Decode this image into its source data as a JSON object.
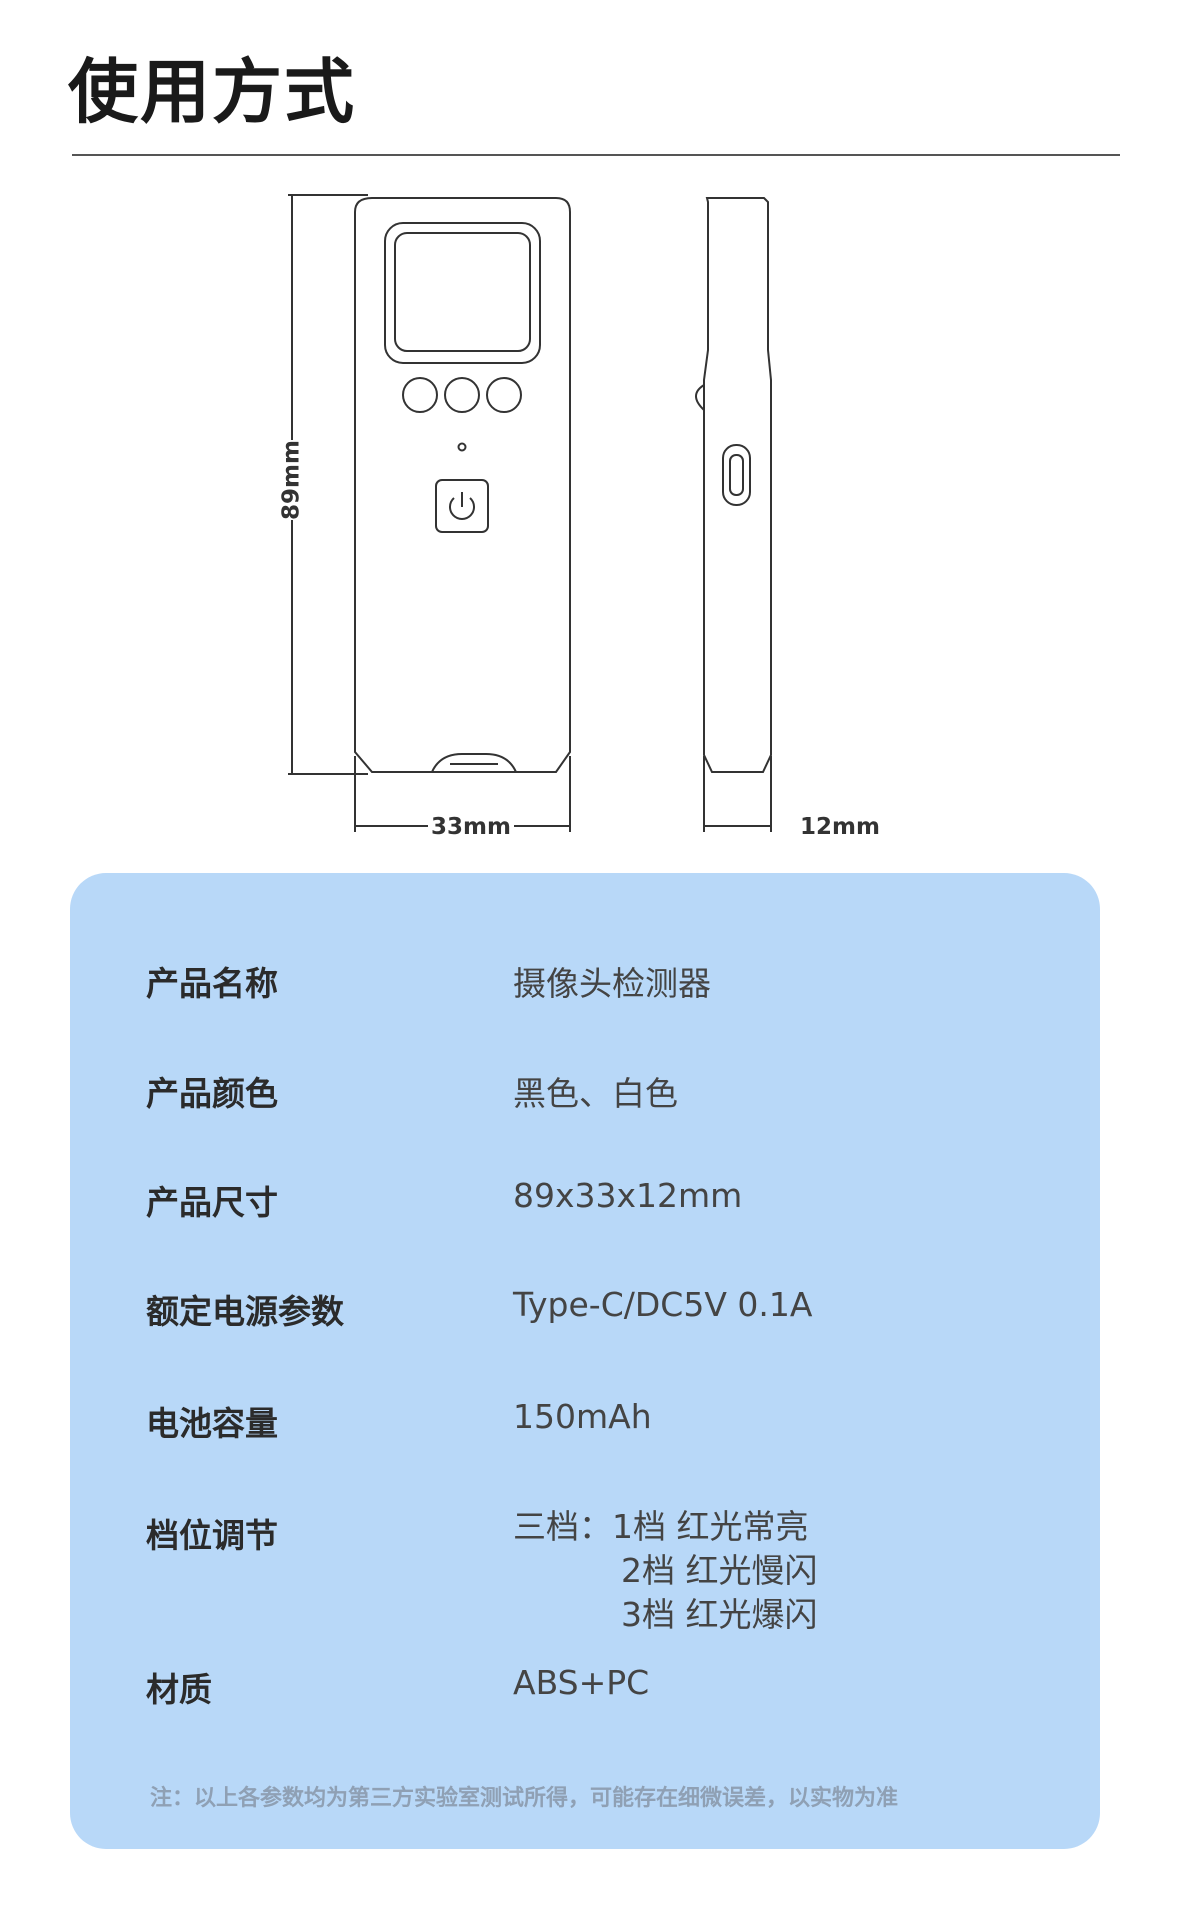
{
  "title": "使用方式",
  "diagram": {
    "height_label": "89mm",
    "width_label": "33mm",
    "depth_label": "12mm"
  },
  "specs": [
    {
      "label": "产品名称",
      "value": "摄像头检测器"
    },
    {
      "label": "产品颜色",
      "value": "黑色、白色"
    },
    {
      "label": "产品尺寸",
      "value": "89x33x12mm"
    },
    {
      "label": "额定电源参数",
      "value": "Type-C/DC5V 0.1A"
    },
    {
      "label": "电池容量",
      "value": "150mAh"
    },
    {
      "label": "档位调节",
      "value_lines": [
        "三档：1档 红光常亮",
        "2档 红光慢闪",
        "3档 红光爆闪"
      ]
    },
    {
      "label": "材质",
      "value": "ABS+PC"
    }
  ],
  "footnote": "注：以上各参数均为第三方实验室测试所得，可能存在细微误差，以实物为准"
}
